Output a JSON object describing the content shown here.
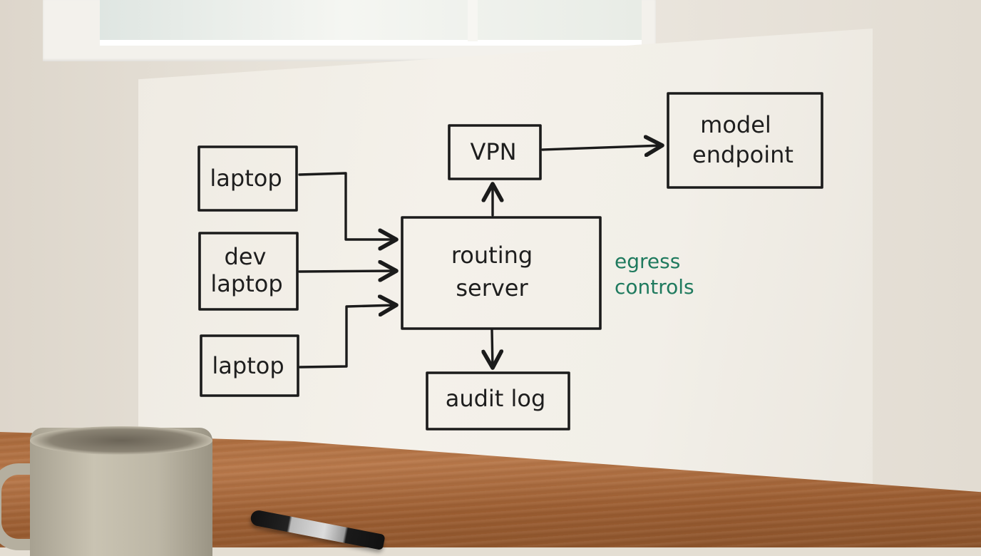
{
  "diagram": {
    "nodes": {
      "laptop_1": "laptop",
      "dev_laptop_line1": "dev",
      "dev_laptop_line2": "laptop",
      "laptop_2": "laptop",
      "routing_server_line1": "routing",
      "routing_server_line2": "server",
      "vpn": "VPN",
      "model_endpoint_line1": "model",
      "model_endpoint_line2": "endpoint",
      "audit_log": "audit log"
    },
    "annotation_line1": "egress",
    "annotation_line2": "controls",
    "edges": [
      {
        "from": "laptop_1",
        "to": "routing_server"
      },
      {
        "from": "dev_laptop",
        "to": "routing_server"
      },
      {
        "from": "laptop_2",
        "to": "routing_server"
      },
      {
        "from": "routing_server",
        "to": "vpn"
      },
      {
        "from": "vpn",
        "to": "model_endpoint"
      },
      {
        "from": "routing_server",
        "to": "audit_log"
      }
    ]
  },
  "colors": {
    "ink": "#1b1b1b",
    "annotation": "#1f7a5e",
    "paper": "#f2efe8"
  }
}
